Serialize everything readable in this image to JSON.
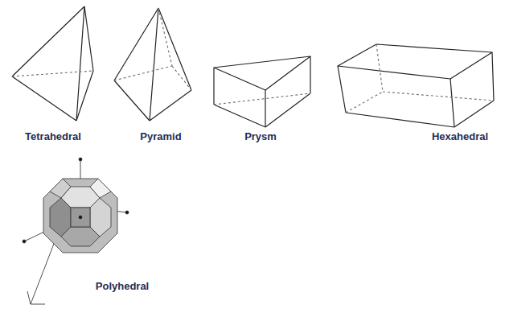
{
  "diagram": {
    "labels": [
      "Tetrahedral",
      "Pyramid",
      "Prysm",
      "Hexahedral",
      "Polyhedral"
    ]
  }
}
